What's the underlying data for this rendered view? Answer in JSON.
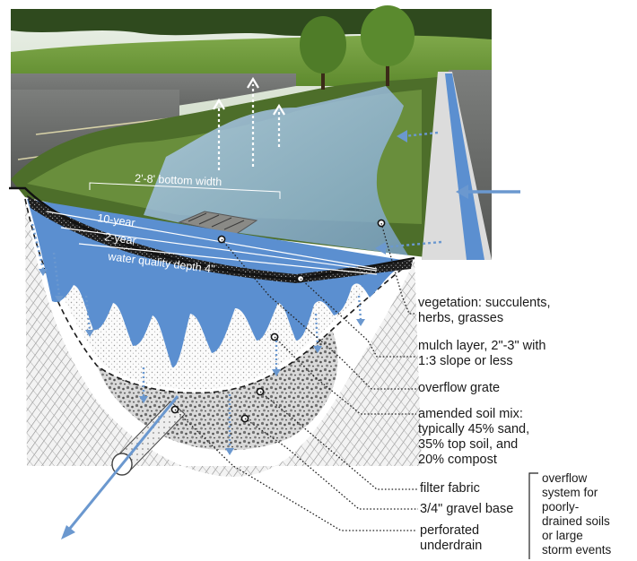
{
  "photo_labels": {
    "bottom_width": "2'-8' bottom width",
    "ten_year": "10-year",
    "two_year": "2-year",
    "water_quality": "water quality depth 4\""
  },
  "callouts": {
    "vegetation": [
      "vegetation: succulents,",
      "herbs, grasses"
    ],
    "mulch": [
      "mulch layer, 2\"-3\" with",
      "1:3 slope or less"
    ],
    "grate": [
      "overflow grate"
    ],
    "soil": [
      "amended soil mix:",
      "typically 45% sand,",
      "35% top soil, and",
      "20% compost"
    ],
    "fabric": [
      "filter fabric"
    ],
    "gravel": [
      "3/4\" gravel base"
    ],
    "underdrain": [
      "perforated",
      "underdrain"
    ],
    "overflow": [
      "overflow",
      "system for",
      "poorly-",
      "drained soils",
      "or large",
      "storm events"
    ]
  },
  "colors": {
    "water": "#5b8fd0",
    "water_light": "#a9c8ea",
    "arrow": "#6b98cf",
    "sky": "#f2f4f1",
    "grass": "#6f9a3c",
    "asphalt": "#6b6d6c",
    "soil_dark": "#202020"
  }
}
